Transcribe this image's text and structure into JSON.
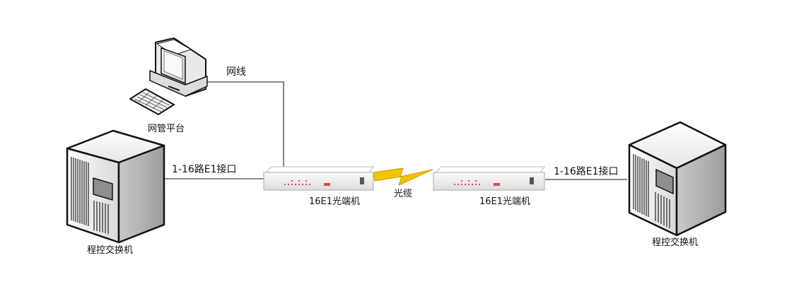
{
  "labels": {
    "network_cable": "网线",
    "nms_platform": "网管平台",
    "e1_interface_left": "1-16路E1接口",
    "e1_interface_right": "1-16路E1接口",
    "exchange_left": "程控交换机",
    "exchange_right": "程控交换机",
    "optical_cable": "光缆",
    "optical_terminal_left": "16E1光端机",
    "optical_terminal_right": "16E1光端机"
  },
  "colors": {
    "line": "#111111",
    "lightning": "#f2c400",
    "device_body": "#f4f4f4",
    "leds": "#e04a4a"
  },
  "icons": {
    "computer": "computer-icon",
    "exchange": "server-tower-icon",
    "optical_terminal": "rack-device-icon",
    "link": "lightning-icon"
  }
}
